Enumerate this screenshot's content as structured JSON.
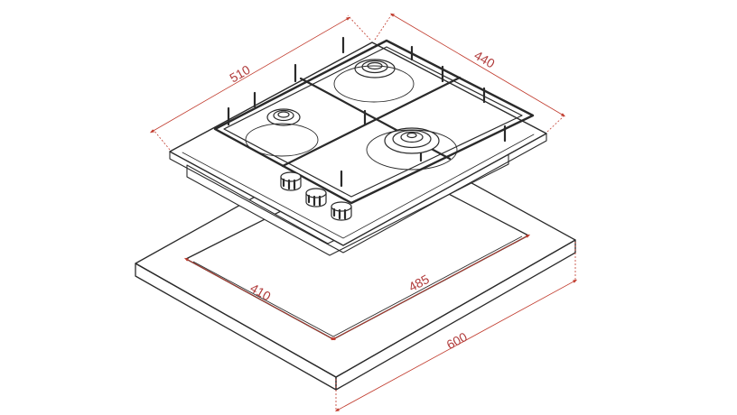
{
  "colors": {
    "line": "#2a2a2a",
    "dimension": "#c0392b",
    "dimension_text": "#b03a3a",
    "background": "#ffffff"
  },
  "hob": {
    "burners": [
      "small-burner",
      "medium-burner",
      "large-wok-burner"
    ],
    "knob_count": 3
  },
  "dimensions": {
    "hob_width": "510",
    "hob_depth": "440",
    "cutout_depth": "410",
    "cutout_width": "485",
    "counter_width": "600"
  }
}
